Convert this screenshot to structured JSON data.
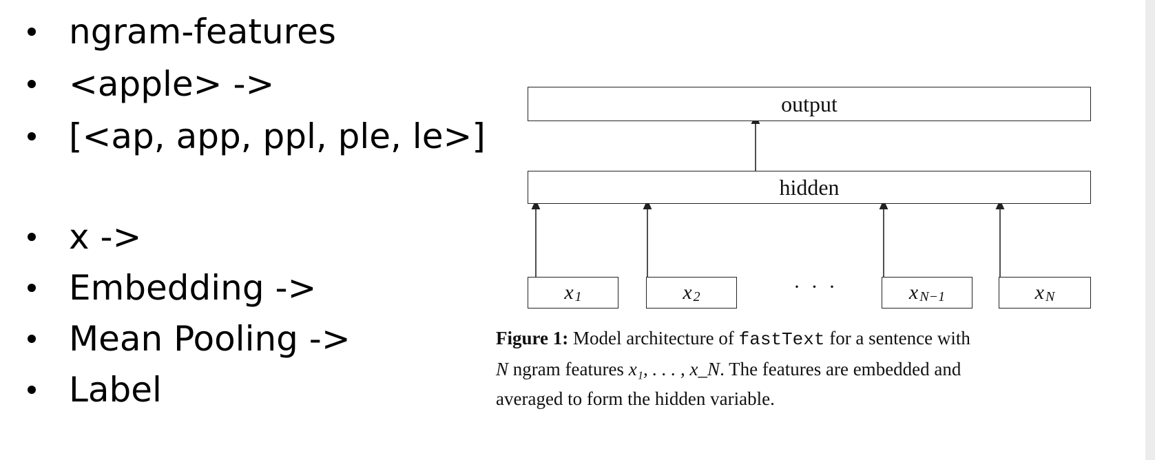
{
  "bullets": [
    "ngram-features",
    "<apple>  ->",
    "[<ap, app, ppl, ple, le>]",
    "x ->",
    "Embedding ->",
    "Mean Pooling ->",
    "Label"
  ],
  "diagram": {
    "output_label": "output",
    "hidden_label": "hidden",
    "inputs": [
      {
        "base": "x",
        "sub": "1"
      },
      {
        "base": "x",
        "sub": "2"
      },
      {
        "base": "x",
        "sub": "N−1"
      },
      {
        "base": "x",
        "sub": "N"
      }
    ],
    "ellipsis": "· · ·"
  },
  "caption": {
    "label": "Figure 1:",
    "text_part1": " Model architecture of ",
    "code": "fastText",
    "text_part2": " for a sentence with",
    "math_N": "N",
    "text_part3": " ngram features ",
    "math_seq": "x₁, . . . , x_N",
    "text_part4": ". The features are embedded and",
    "line3": "averaged to form the hidden variable."
  }
}
